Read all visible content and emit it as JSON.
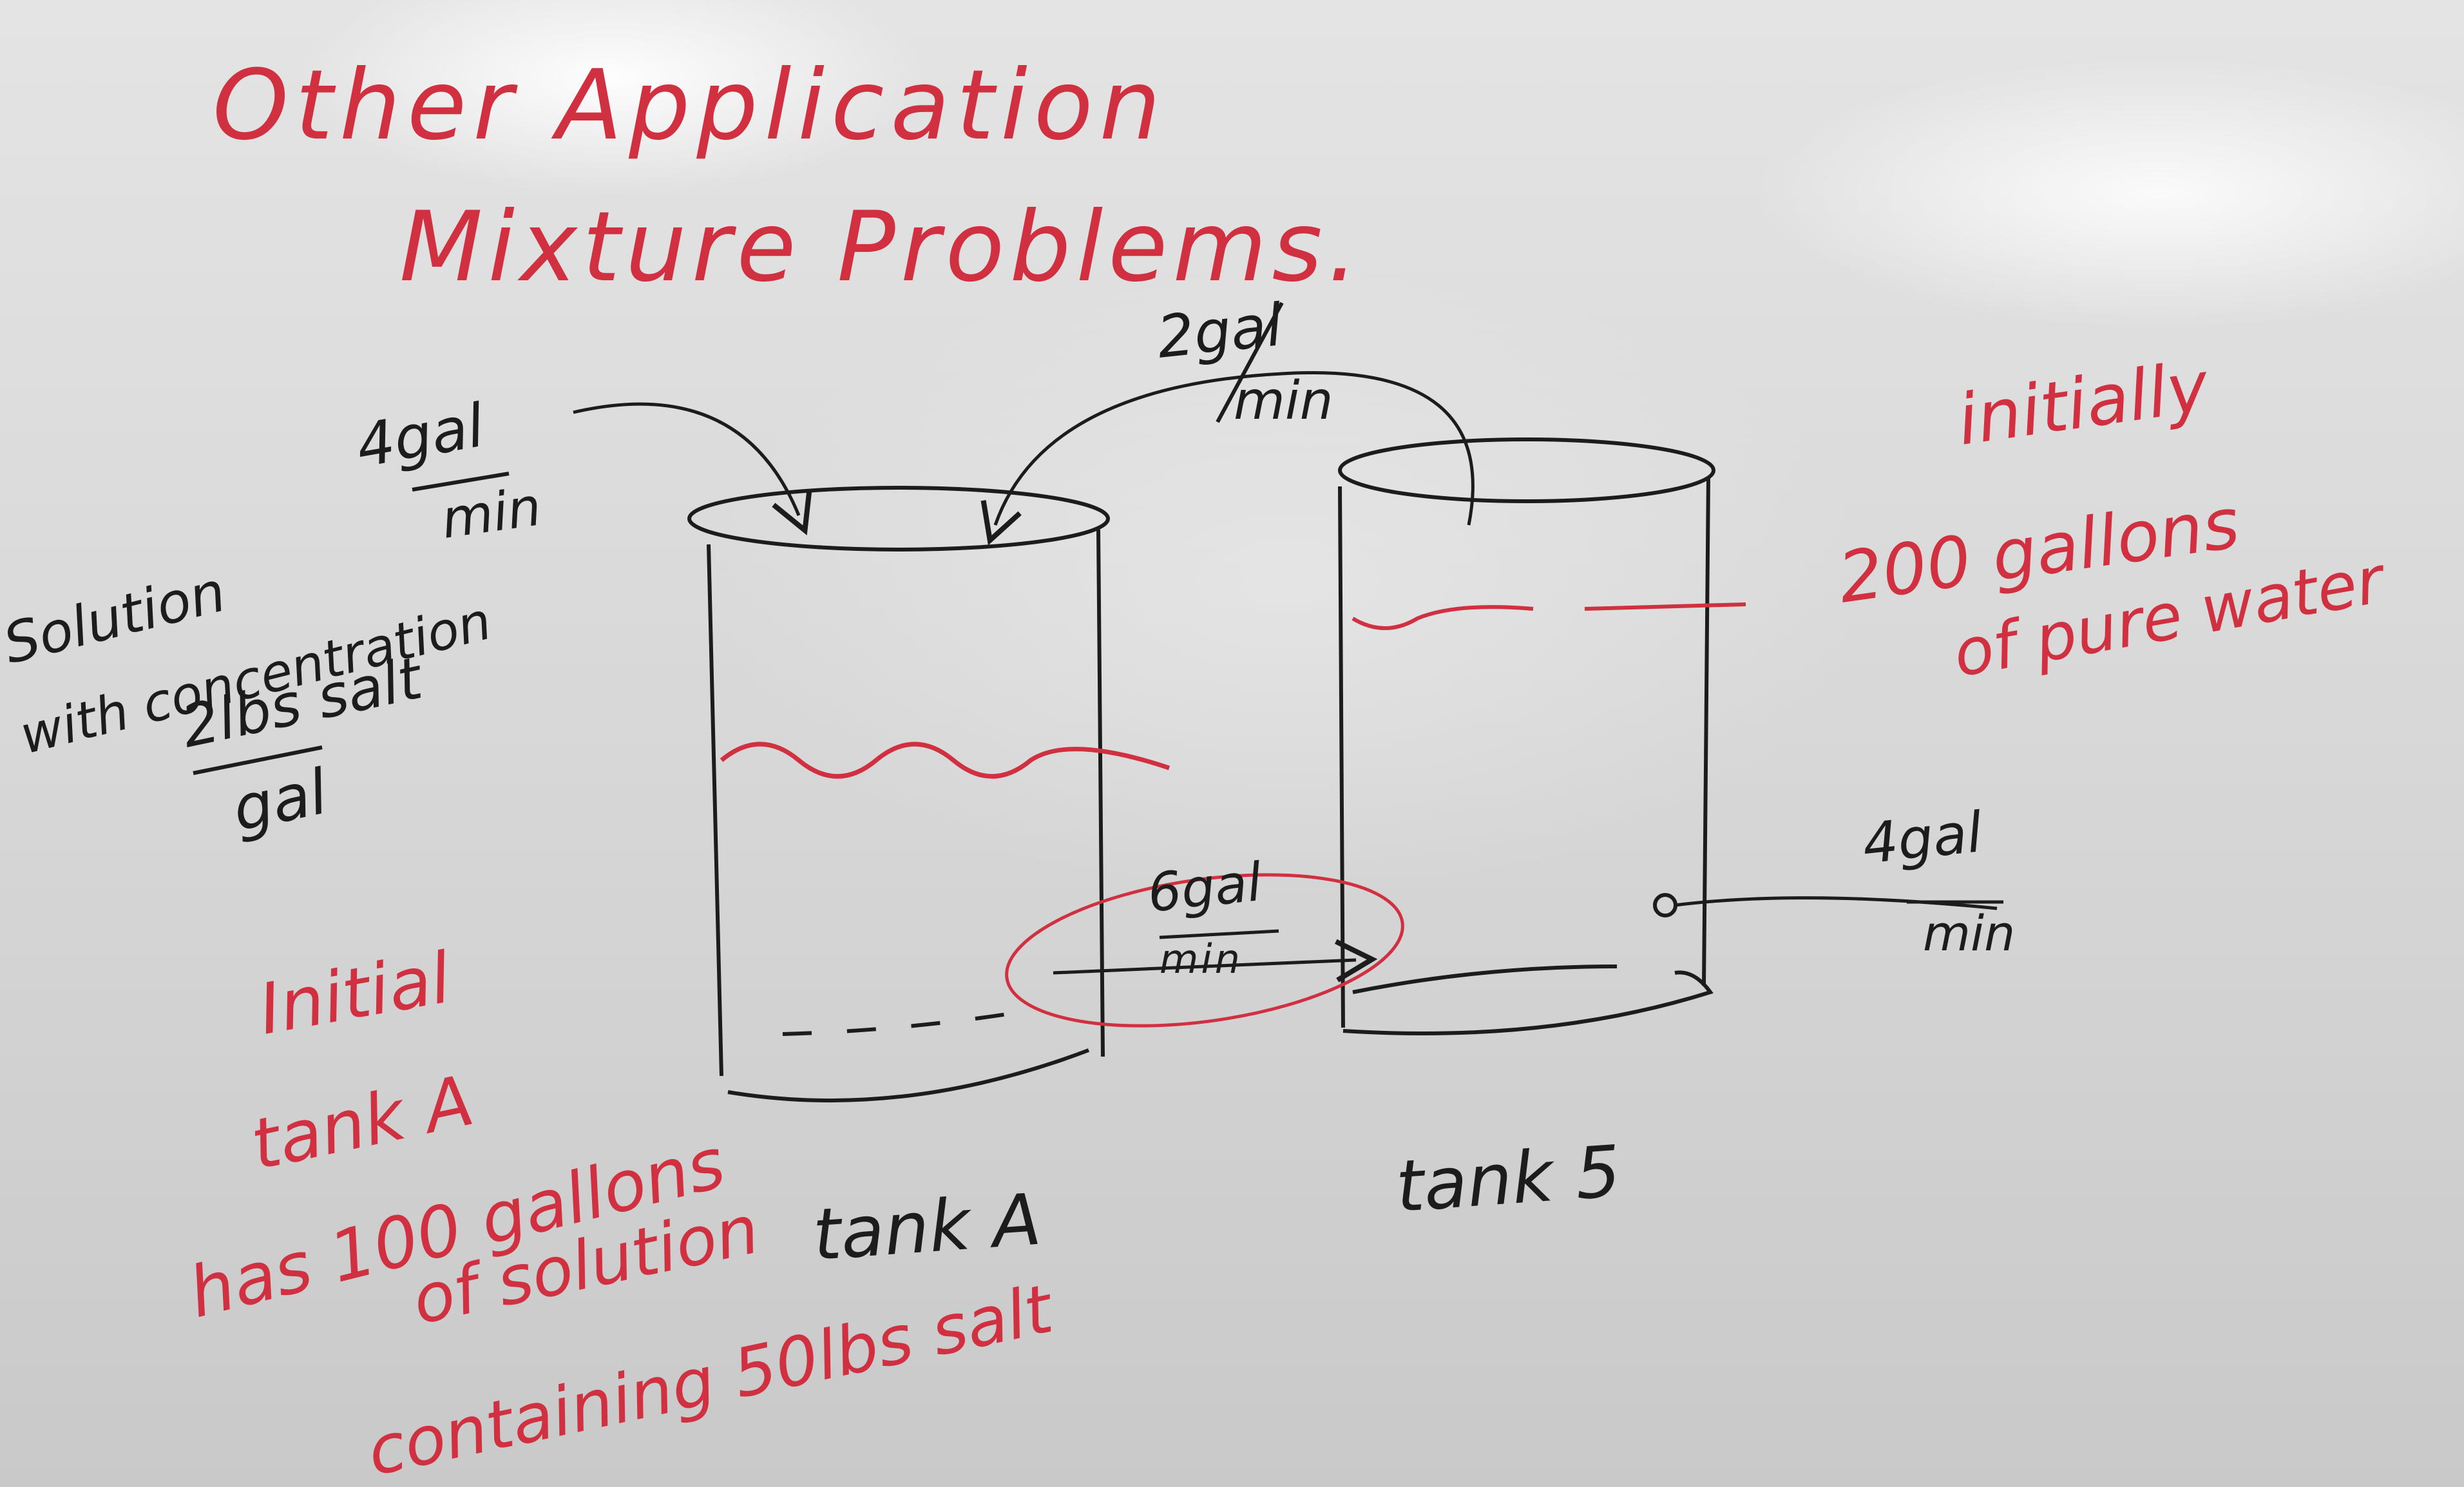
{
  "title": {
    "line1": "Other Application",
    "line2": "Mixture Problems."
  },
  "left_note": {
    "line1": "Solution",
    "line2": "with concentration",
    "conc_top": "2lbs salt",
    "conc_bottom": "gal"
  },
  "inflow_a": {
    "top": "4gal",
    "bottom": "min"
  },
  "transfer_b_to_a": {
    "top": "2gal",
    "bottom": "min"
  },
  "transfer_a_to_b": {
    "top": "6gal",
    "bottom": "min"
  },
  "outflow_b": {
    "top": "4gal",
    "bottom": "min"
  },
  "tank_a_initial": {
    "l1": "Initial",
    "l2": "tank A",
    "l3": "has 100 gallons",
    "l4": "of solution",
    "l5": "containing 50lbs salt"
  },
  "tank_b_initial": {
    "l1": "initially",
    "l2": "200 gallons",
    "l3": "of pure water"
  },
  "tank_a_label": "tank A",
  "tank_b_label": "tank 5",
  "colors": {
    "red_marker": "#d0303f",
    "black_marker": "#1c1c1c",
    "board": "#d9d9d9"
  }
}
